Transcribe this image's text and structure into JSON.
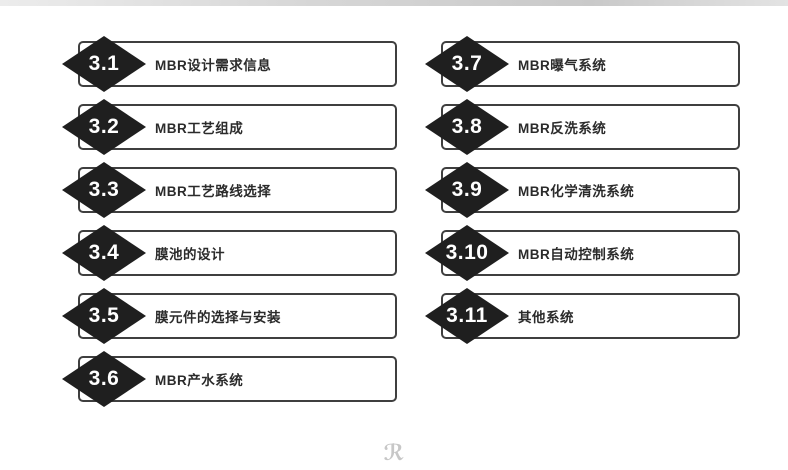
{
  "items": [
    {
      "number": "3.1",
      "label": "MBR设计需求信息"
    },
    {
      "number": "3.2",
      "label": "MBR工艺组成"
    },
    {
      "number": "3.3",
      "label": "MBR工艺路线选择"
    },
    {
      "number": "3.4",
      "label": "膜池的设计"
    },
    {
      "number": "3.5",
      "label": "膜元件的选择与安装"
    },
    {
      "number": "3.6",
      "label": "MBR产水系统"
    },
    {
      "number": "3.7",
      "label": "MBR曝气系统"
    },
    {
      "number": "3.8",
      "label": "MBR反洗系统"
    },
    {
      "number": "3.9",
      "label": "MBR化学清洗系统"
    },
    {
      "number": "3.10",
      "label": "MBR自动控制系统"
    },
    {
      "number": "3.11",
      "label": "其他系统"
    }
  ],
  "watermark_text": "ℛ",
  "colors": {
    "diamond": "#1f1f1f",
    "border": "#3f3f3f",
    "text": "#2b2b2b"
  }
}
